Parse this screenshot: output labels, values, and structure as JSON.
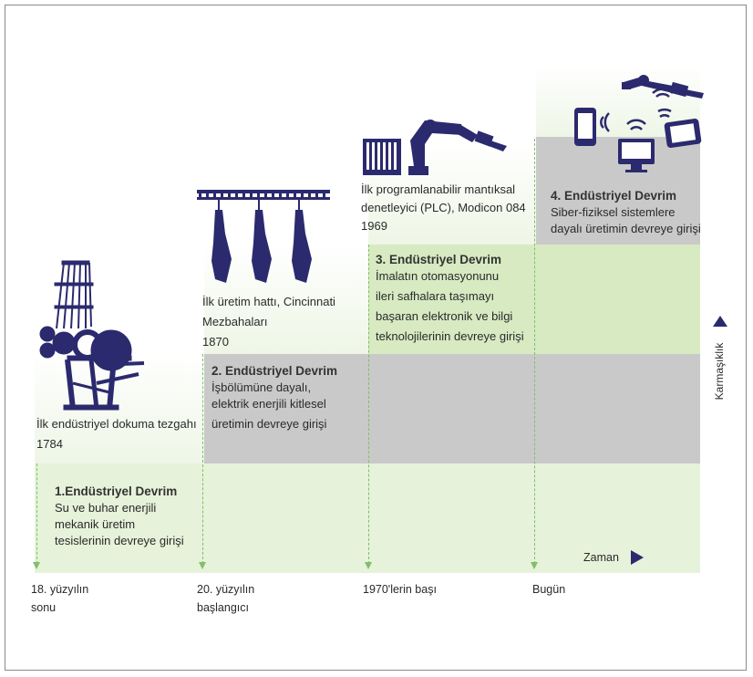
{
  "stages": [
    {
      "title": "1.Endüstriyel Devrim",
      "desc": [
        "Su ve buhar enerjili",
        "mekanik üretim",
        "tesislerinin devreye girişi"
      ],
      "milestone": [
        "İlk endüstriyel dokuma tezgahı",
        "1784"
      ],
      "time": [
        "18. yüzyılın",
        "sonu"
      ]
    },
    {
      "title": "2. Endüstriyel Devrim",
      "desc": [
        "İşbölümüne dayalı,",
        "elektrik enerjili kitlesel",
        "üretimin devreye girişi"
      ],
      "milestone": [
        "İlk üretim hattı, Cincinnati",
        "Mezbahaları",
        "1870"
      ],
      "time": [
        "20. yüzyılın",
        "başlangıcı"
      ]
    },
    {
      "title": "3. Endüstriyel Devrim",
      "desc": [
        "İmalatın otomasyonunu",
        "ileri safhalara taşımayı",
        "başaran elektronik ve bilgi",
        "teknolojilerinin devreye girişi"
      ],
      "milestone": [
        "İlk programlanabilir mantıksal",
        "denetleyici (PLC), Modicon 084",
        "1969"
      ],
      "time": [
        "1970'lerin başı"
      ]
    },
    {
      "title": "4. Endüstriyel Devrim",
      "desc": [
        "Siber-fiziksel sistemlere",
        "dayalı üretimin devreye girişi"
      ],
      "milestone": [],
      "time": [
        "Bugün"
      ]
    }
  ],
  "axes": {
    "time": "Zaman",
    "complexity": "Karmaşıklık"
  },
  "icons": [
    "loom-icon",
    "production-line-icon",
    "robot-arm-plc-icon",
    "cyber-physical-devices-icon"
  ],
  "colors": {
    "green_light": "#e6f2d9",
    "green": "#cfe5b8",
    "grey": "#c8c8c8",
    "icon_blue": "#2b2a6e",
    "guide": "#7fc06a"
  }
}
